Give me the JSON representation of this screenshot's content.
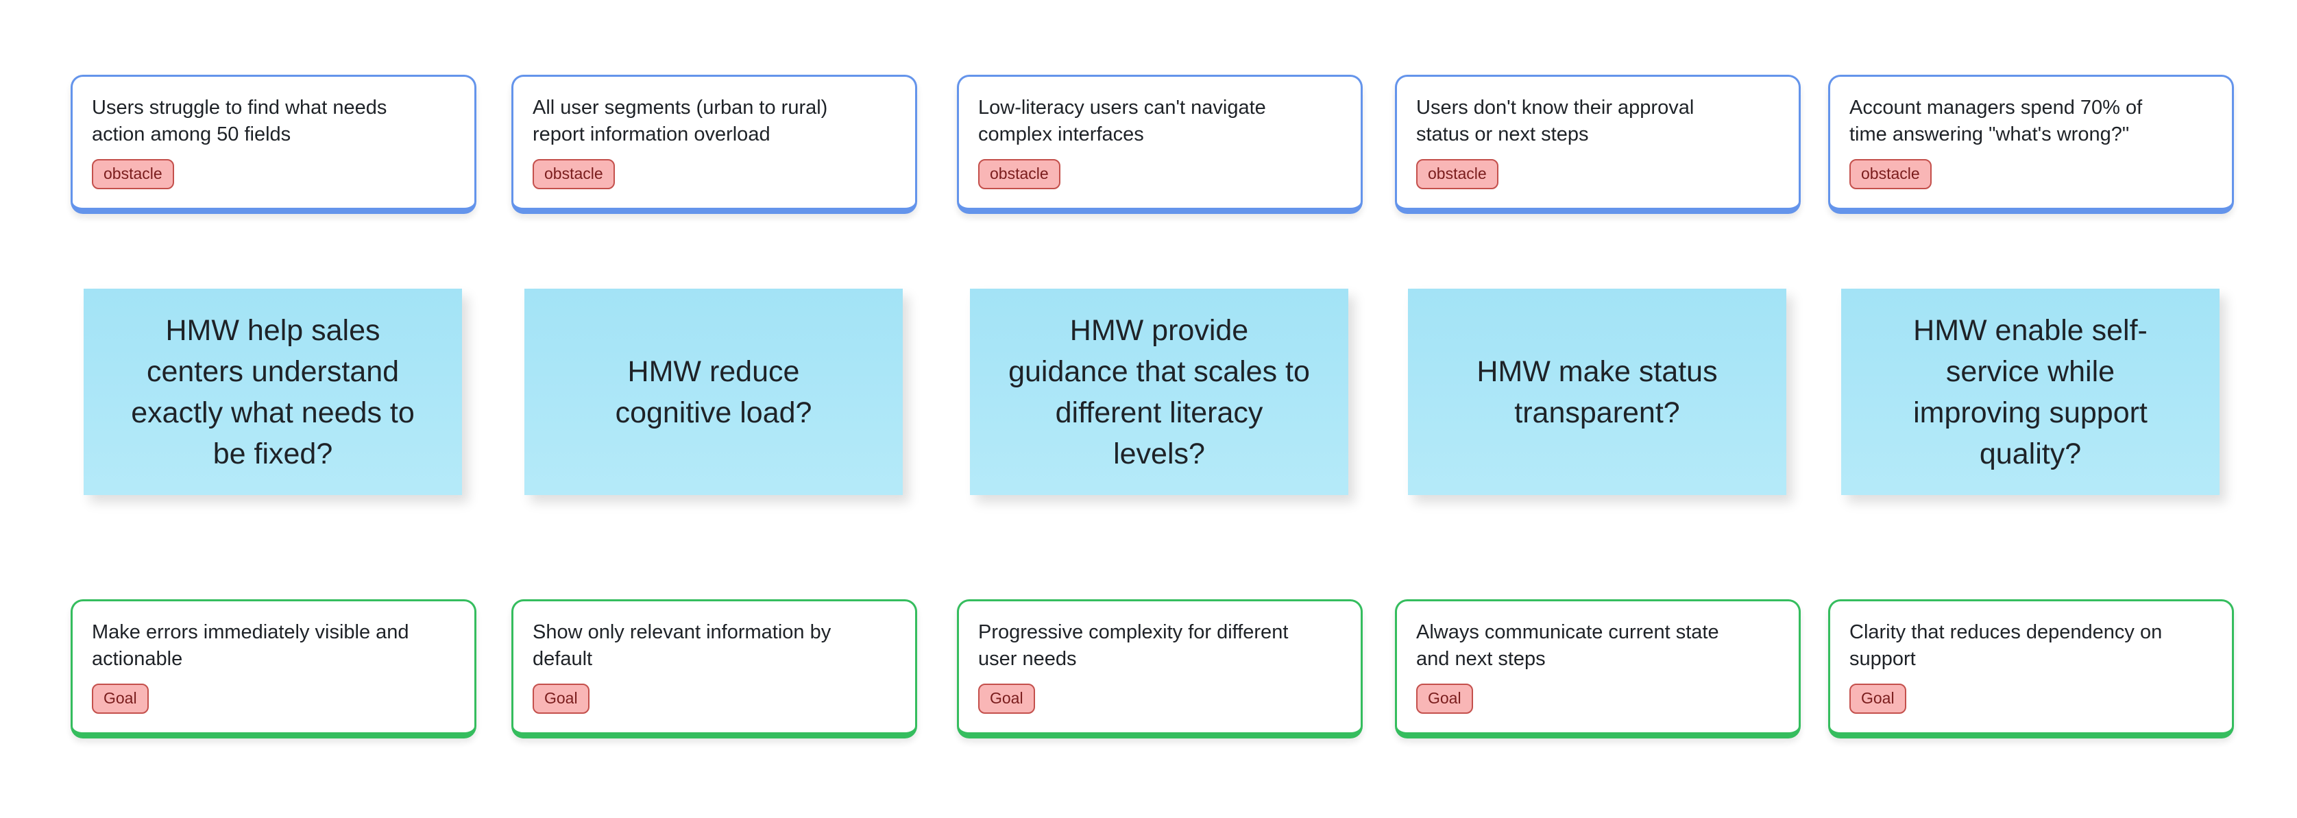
{
  "canvas": {
    "background": "#ffffff"
  },
  "colors": {
    "canvas_bg": "#ffffff",
    "card_bg": "#ffffff",
    "obstacle_border": "#6494EB",
    "goal_border": "#35BD5E",
    "badge_bg": "#F9B6B6",
    "badge_border": "#C4504C",
    "badge_text": "#7A1D1D",
    "sticky_bg_top": "#A3E3F6",
    "sticky_bg_bottom": "#B5EAF9",
    "text": "#1E2227"
  },
  "board": {
    "obstacles": [
      {
        "text": "Users struggle to find what needs\naction among 50 fields",
        "badge": "obstacle"
      },
      {
        "text": "All user segments (urban to rural)\nreport information overload",
        "badge": "obstacle"
      },
      {
        "text": "Low-literacy users can't navigate\ncomplex interfaces",
        "badge": "obstacle"
      },
      {
        "text": "Users don't know their approval\nstatus or next steps",
        "badge": "obstacle"
      },
      {
        "text": "Account managers spend 70% of\ntime answering \"what's wrong?\"",
        "badge": "obstacle"
      }
    ],
    "hmw_questions": [
      {
        "text": "HMW help sales\ncenters understand\nexactly what needs to\nbe fixed?"
      },
      {
        "text": "HMW reduce\ncognitive load?"
      },
      {
        "text": "HMW provide\nguidance that scales to\ndifferent literacy\nlevels?"
      },
      {
        "text": "HMW make status\ntransparent?"
      },
      {
        "text": "HMW enable self-\nservice while\nimproving support\nquality?"
      }
    ],
    "goals": [
      {
        "text": "Make errors immediately visible and\nactionable",
        "badge": "Goal"
      },
      {
        "text": "Show only relevant information by\ndefault",
        "badge": "Goal"
      },
      {
        "text": "Progressive complexity for different\nuser needs",
        "badge": "Goal"
      },
      {
        "text": "Always communicate current state\nand next steps",
        "badge": "Goal"
      },
      {
        "text": "Clarity that reduces dependency on\nsupport",
        "badge": "Goal"
      }
    ]
  }
}
